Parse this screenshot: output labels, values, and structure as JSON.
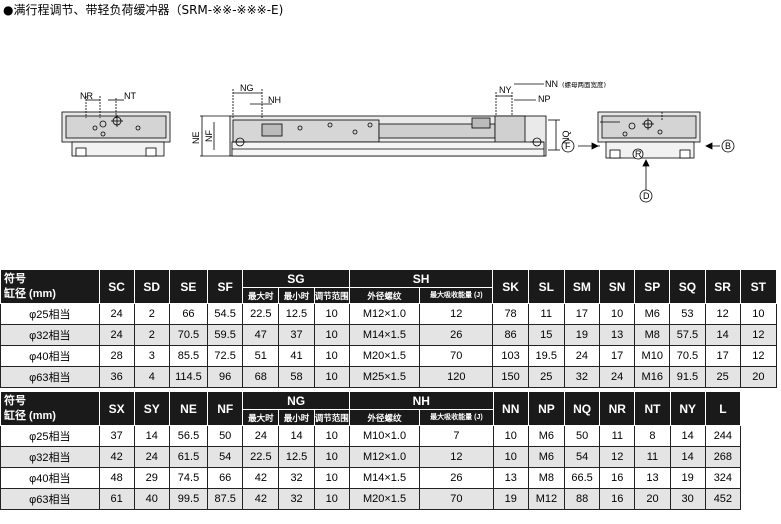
{
  "title": "●满行程调节、带轻负荷缓冲器（SRM-※※-※※※-E)",
  "drawing": {
    "labels": {
      "NR": "NR",
      "NT": "NT",
      "NG": "NG",
      "NH": "NH",
      "NE": "NE",
      "NF": "NF",
      "NY": "NY",
      "NP": "NP",
      "NQ": "NQ",
      "NN": "NN",
      "NN_note": "(螺母两面宽度)",
      "F": "F",
      "B": "B",
      "D": "D",
      "R": "R"
    }
  },
  "table1": {
    "corner_top": "符号",
    "corner_bottom": "缸径 (mm)",
    "headers": [
      "SC",
      "SD",
      "SE",
      "SF",
      "SG",
      "SH",
      "SK",
      "SL",
      "SM",
      "SN",
      "SP",
      "SQ",
      "SR",
      "ST"
    ],
    "sg_sub": [
      "最大时",
      "最小时",
      "调节范围"
    ],
    "sh_sub": [
      "外径螺纹",
      "最大吸收能量 (J)"
    ],
    "rows": [
      [
        "φ25相当",
        "24",
        "2",
        "66",
        "54.5",
        "22.5",
        "12.5",
        "10",
        "M12×1.0",
        "12",
        "78",
        "11",
        "17",
        "10",
        "M6",
        "53",
        "12",
        "10"
      ],
      [
        "φ32相当",
        "24",
        "2",
        "70.5",
        "59.5",
        "47",
        "37",
        "10",
        "M14×1.5",
        "26",
        "86",
        "15",
        "19",
        "13",
        "M8",
        "57.5",
        "14",
        "12"
      ],
      [
        "φ40相当",
        "28",
        "3",
        "85.5",
        "72.5",
        "51",
        "41",
        "10",
        "M20×1.5",
        "70",
        "103",
        "19.5",
        "24",
        "17",
        "M10",
        "70.5",
        "17",
        "12"
      ],
      [
        "φ63相当",
        "36",
        "4",
        "114.5",
        "96",
        "68",
        "58",
        "10",
        "M25×1.5",
        "120",
        "150",
        "25",
        "32",
        "24",
        "M16",
        "91.5",
        "25",
        "20"
      ]
    ]
  },
  "table2": {
    "corner_top": "符号",
    "corner_bottom": "缸径 (mm)",
    "headers": [
      "SX",
      "SY",
      "NE",
      "NF",
      "NG",
      "NH",
      "NN",
      "NP",
      "NQ",
      "NR",
      "NT",
      "NY",
      "L"
    ],
    "ng_sub": [
      "最大时",
      "最小时",
      "调节范围"
    ],
    "nh_sub": [
      "外径螺纹",
      "最大吸收能量 (J)"
    ],
    "rows": [
      [
        "φ25相当",
        "37",
        "14",
        "56.5",
        "50",
        "24",
        "14",
        "10",
        "M10×1.0",
        "7",
        "10",
        "M6",
        "50",
        "11",
        "8",
        "14",
        "244"
      ],
      [
        "φ32相当",
        "42",
        "24",
        "61.5",
        "54",
        "22.5",
        "12.5",
        "10",
        "M12×1.0",
        "12",
        "10",
        "M6",
        "54",
        "12",
        "11",
        "14",
        "268"
      ],
      [
        "φ40相当",
        "48",
        "29",
        "74.5",
        "66",
        "42",
        "32",
        "10",
        "M14×1.5",
        "26",
        "13",
        "M8",
        "66.5",
        "16",
        "13",
        "19",
        "324"
      ],
      [
        "φ63相当",
        "61",
        "40",
        "99.5",
        "87.5",
        "42",
        "32",
        "10",
        "M20×1.5",
        "70",
        "19",
        "M12",
        "88",
        "16",
        "20",
        "30",
        "452"
      ]
    ]
  }
}
